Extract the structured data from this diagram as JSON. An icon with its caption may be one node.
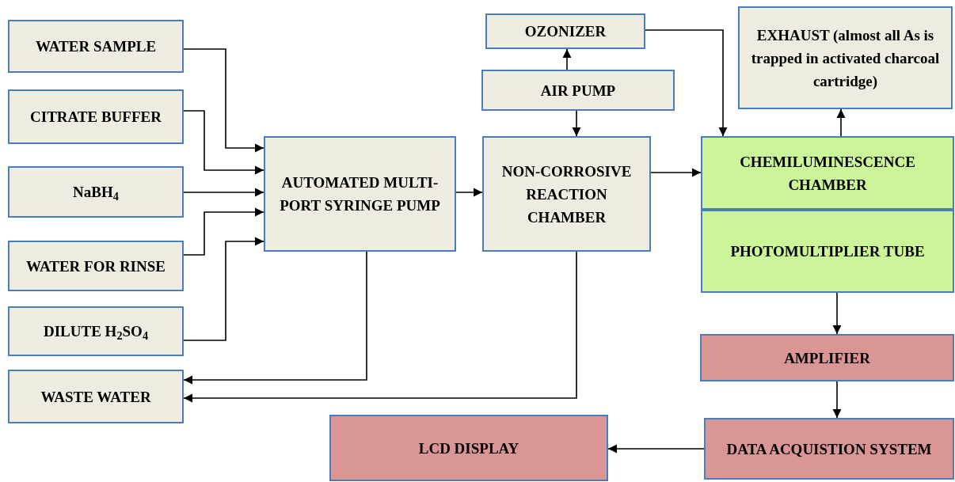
{
  "diagram": {
    "nodes": [
      {
        "text": [
          "WATER SAMPLE"
        ]
      },
      {
        "text": [
          "CITRATE BUFFER"
        ]
      },
      {
        "text": [
          "NaBH$_{4}$"
        ]
      },
      {
        "text": [
          "WATER FOR RINSE"
        ]
      },
      {
        "text": [
          "DILUTE  H$_{2}$SO$_{4}$"
        ]
      },
      {
        "text": [
          "WASTE  WATER"
        ]
      },
      {
        "text": [
          "AUTOMATED MULTI-PORT SYRINGE PUMP"
        ]
      },
      {
        "text": [
          "OZONIZER"
        ]
      },
      {
        "text": [
          "AIR PUMP"
        ]
      },
      {
        "text": [
          "NON-CORROSIVE REACTION CHAMBER"
        ]
      },
      {
        "text": [
          "EXHAUST (almost all As is trapped in activated charcoal cartridge)"
        ]
      },
      {
        "text": [
          "CHEMILUMINESCENCE CHAMBER"
        ]
      },
      {
        "text": [
          "PHOTOMULTIPLIER TUBE"
        ]
      },
      {
        "text": [
          "AMPLIFIER"
        ]
      },
      {
        "text": [
          "DATA  ACQUISTION SYSTEM"
        ]
      },
      {
        "text": [
          "LCD DISPLAY"
        ]
      }
    ],
    "edges": [
      {
        "from": 0,
        "to": 6,
        "arrow": "to"
      },
      {
        "from": 1,
        "to": 6,
        "arrow": "to"
      },
      {
        "from": 2,
        "to": 6,
        "arrow": "to"
      },
      {
        "from": 3,
        "to": 6,
        "arrow": "to"
      },
      {
        "from": 4,
        "to": 6,
        "arrow": "to"
      },
      {
        "from": 6,
        "to": 5,
        "arrow": "to"
      },
      {
        "from": 9,
        "to": 5,
        "arrow": "to"
      },
      {
        "from": 6,
        "to": 9,
        "arrow": "to"
      },
      {
        "from": 8,
        "to": 7,
        "arrow": "to"
      },
      {
        "from": 8,
        "to": 9,
        "arrow": "to"
      },
      {
        "from": 7,
        "to": 11,
        "arrow": "to"
      },
      {
        "from": 9,
        "to": 11,
        "arrow": "to"
      },
      {
        "from": 11,
        "to": 10,
        "arrow": "to"
      },
      {
        "from": 12,
        "to": 13,
        "arrow": "to"
      },
      {
        "from": 13,
        "to": 14,
        "arrow": "to"
      },
      {
        "from": 14,
        "to": 15,
        "arrow": "to"
      }
    ]
  }
}
